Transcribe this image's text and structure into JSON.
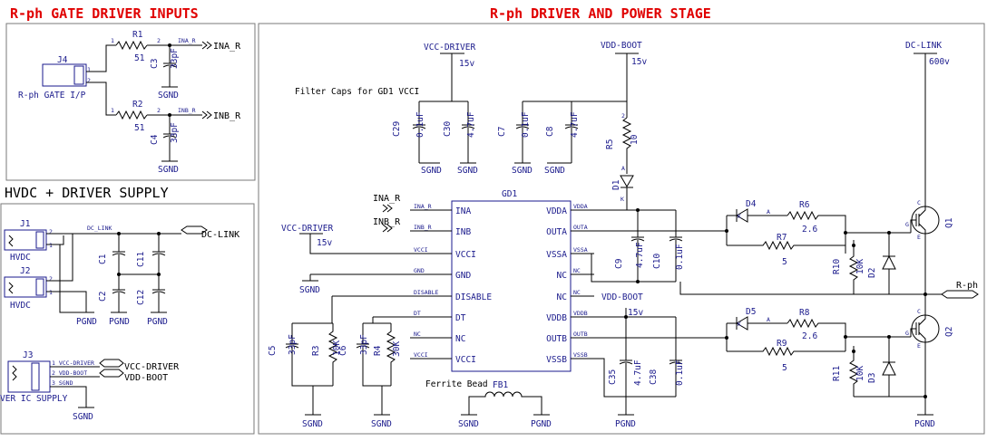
{
  "sections": {
    "gate_inputs": "R-ph GATE DRIVER INPUTS",
    "hvdc_supply": "HVDC + DRIVER SUPPLY",
    "power_stage": "R-ph DRIVER AND POWER STAGE"
  },
  "gate_inputs": {
    "connector": {
      "ref": "J4",
      "label": "R-ph GATE I/P",
      "pins": [
        "1",
        "2"
      ]
    },
    "R1": {
      "ref": "R1",
      "value": "51",
      "pin1": "1",
      "pin2": "2"
    },
    "R2": {
      "ref": "R2",
      "value": "51",
      "pin1": "1",
      "pin2": "2"
    },
    "C3": {
      "ref": "C3",
      "value": "33pF"
    },
    "C4": {
      "ref": "C4",
      "value": "33pF"
    },
    "net_ina": "INA_R",
    "net_inb": "INB_R",
    "port_ina": "INA_R",
    "port_inb": "INB_R",
    "gnd": "SGND"
  },
  "hvdc": {
    "J1": {
      "ref": "J1",
      "label": "HVDC"
    },
    "J2": {
      "ref": "J2",
      "label": "HVDC"
    },
    "net": "DC_LINK",
    "port": "DC-LINK",
    "C1": "C1",
    "C2": "C2",
    "C11": "C11",
    "C12": "C12",
    "pin_labels": [
      "2",
      "1",
      "2",
      "1"
    ],
    "gnd": "PGND"
  },
  "driver_supply": {
    "J3": {
      "ref": "J3",
      "label": "VER IC SUPPLY"
    },
    "pins": [
      "1 VCC-DRIVER",
      "2 VDD-BOOT",
      "3 SGND"
    ],
    "port_vcc": "VCC-DRIVER",
    "port_vdd": "VDD-BOOT",
    "gnd": "SGND"
  },
  "power_stage": {
    "vcc_driver_rail": {
      "name": "VCC-DRIVER",
      "voltage": "15v"
    },
    "vdd_boot_rail": {
      "name": "VDD-BOOT",
      "voltage": "15v"
    },
    "dc_link_rail": {
      "name": "DC-LINK",
      "voltage": "600v"
    },
    "filter_note": "Filter Caps for GD1 VCCI",
    "C29": {
      "ref": "C29",
      "value": "0.1uF"
    },
    "C30": {
      "ref": "C30",
      "value": "4.7uF"
    },
    "C7": {
      "ref": "C7",
      "value": "0.1uF"
    },
    "C8": {
      "ref": "C8",
      "value": "4.7uF"
    },
    "R5": {
      "ref": "R5",
      "value": "10"
    },
    "D1": {
      "ref": "D1"
    },
    "gd1": {
      "ref": "GD1",
      "left_pins": [
        "INA",
        "INB",
        "VCCI",
        "GND",
        "DISABLE",
        "DT",
        "NC",
        "VCCI"
      ],
      "right_pins": [
        "VDDA",
        "OUTA",
        "VSSA",
        "NC",
        "NC",
        "VDDB",
        "OUTB",
        "VSSB"
      ],
      "left_nets": [
        "INA_R",
        "INB_R",
        "VCCI",
        "GND",
        "DISABLE",
        "DT",
        "NC",
        "VCCI"
      ],
      "right_nets": [
        "VDDA",
        "OUTA",
        "VSSA",
        "NC",
        "NC",
        "VDDB",
        "OUTB",
        "VSSB"
      ]
    },
    "port_ina": "INA_R",
    "port_inb": "INB_R",
    "vcc_driver2": {
      "name": "VCC-DRIVER",
      "voltage": "15v"
    },
    "C9": {
      "ref": "C9",
      "value": "4.7uF"
    },
    "C10": {
      "ref": "C10",
      "value": "0.1uF"
    },
    "D4": {
      "ref": "D4"
    },
    "R6": {
      "ref": "R6",
      "value": "2.6"
    },
    "R7": {
      "ref": "R7",
      "value": "5"
    },
    "R10": {
      "ref": "R10",
      "value": "10K"
    },
    "D2": {
      "ref": "D2"
    },
    "Q1": {
      "ref": "Q1"
    },
    "output_port": "R-ph",
    "vdd_boot2": {
      "name": "VDD-BOOT",
      "voltage": "15v"
    },
    "D5": {
      "ref": "D5"
    },
    "R8": {
      "ref": "R8",
      "value": "2.6"
    },
    "R9": {
      "ref": "R9",
      "value": "5"
    },
    "R11": {
      "ref": "R11",
      "value": "10K"
    },
    "D3": {
      "ref": "D3"
    },
    "Q2": {
      "ref": "Q2"
    },
    "C5": {
      "ref": "C5",
      "value": "33pF"
    },
    "R3": {
      "ref": "R3",
      "value": "10K"
    },
    "C6": {
      "ref": "C6",
      "value": "33pF"
    },
    "R4": {
      "ref": "R4",
      "value": "30K"
    },
    "fb_note": "Ferrite Bead",
    "FB1": {
      "ref": "FB1"
    },
    "C35": {
      "ref": "C35",
      "value": "4.7uF"
    },
    "C38": {
      "ref": "C38",
      "value": "0.1uF"
    },
    "sgnd": "SGND",
    "pgnd": "PGND",
    "pin_k": "K",
    "pin_a": "A",
    "pin_g": "G",
    "pin_c": "C",
    "pin_e": "E",
    "pin_1": "1",
    "pin_2": "2"
  },
  "colors": {
    "title": "#e00000",
    "wire": "#000000",
    "label": "#1a1a8c",
    "frame": "#7a7a7a"
  }
}
